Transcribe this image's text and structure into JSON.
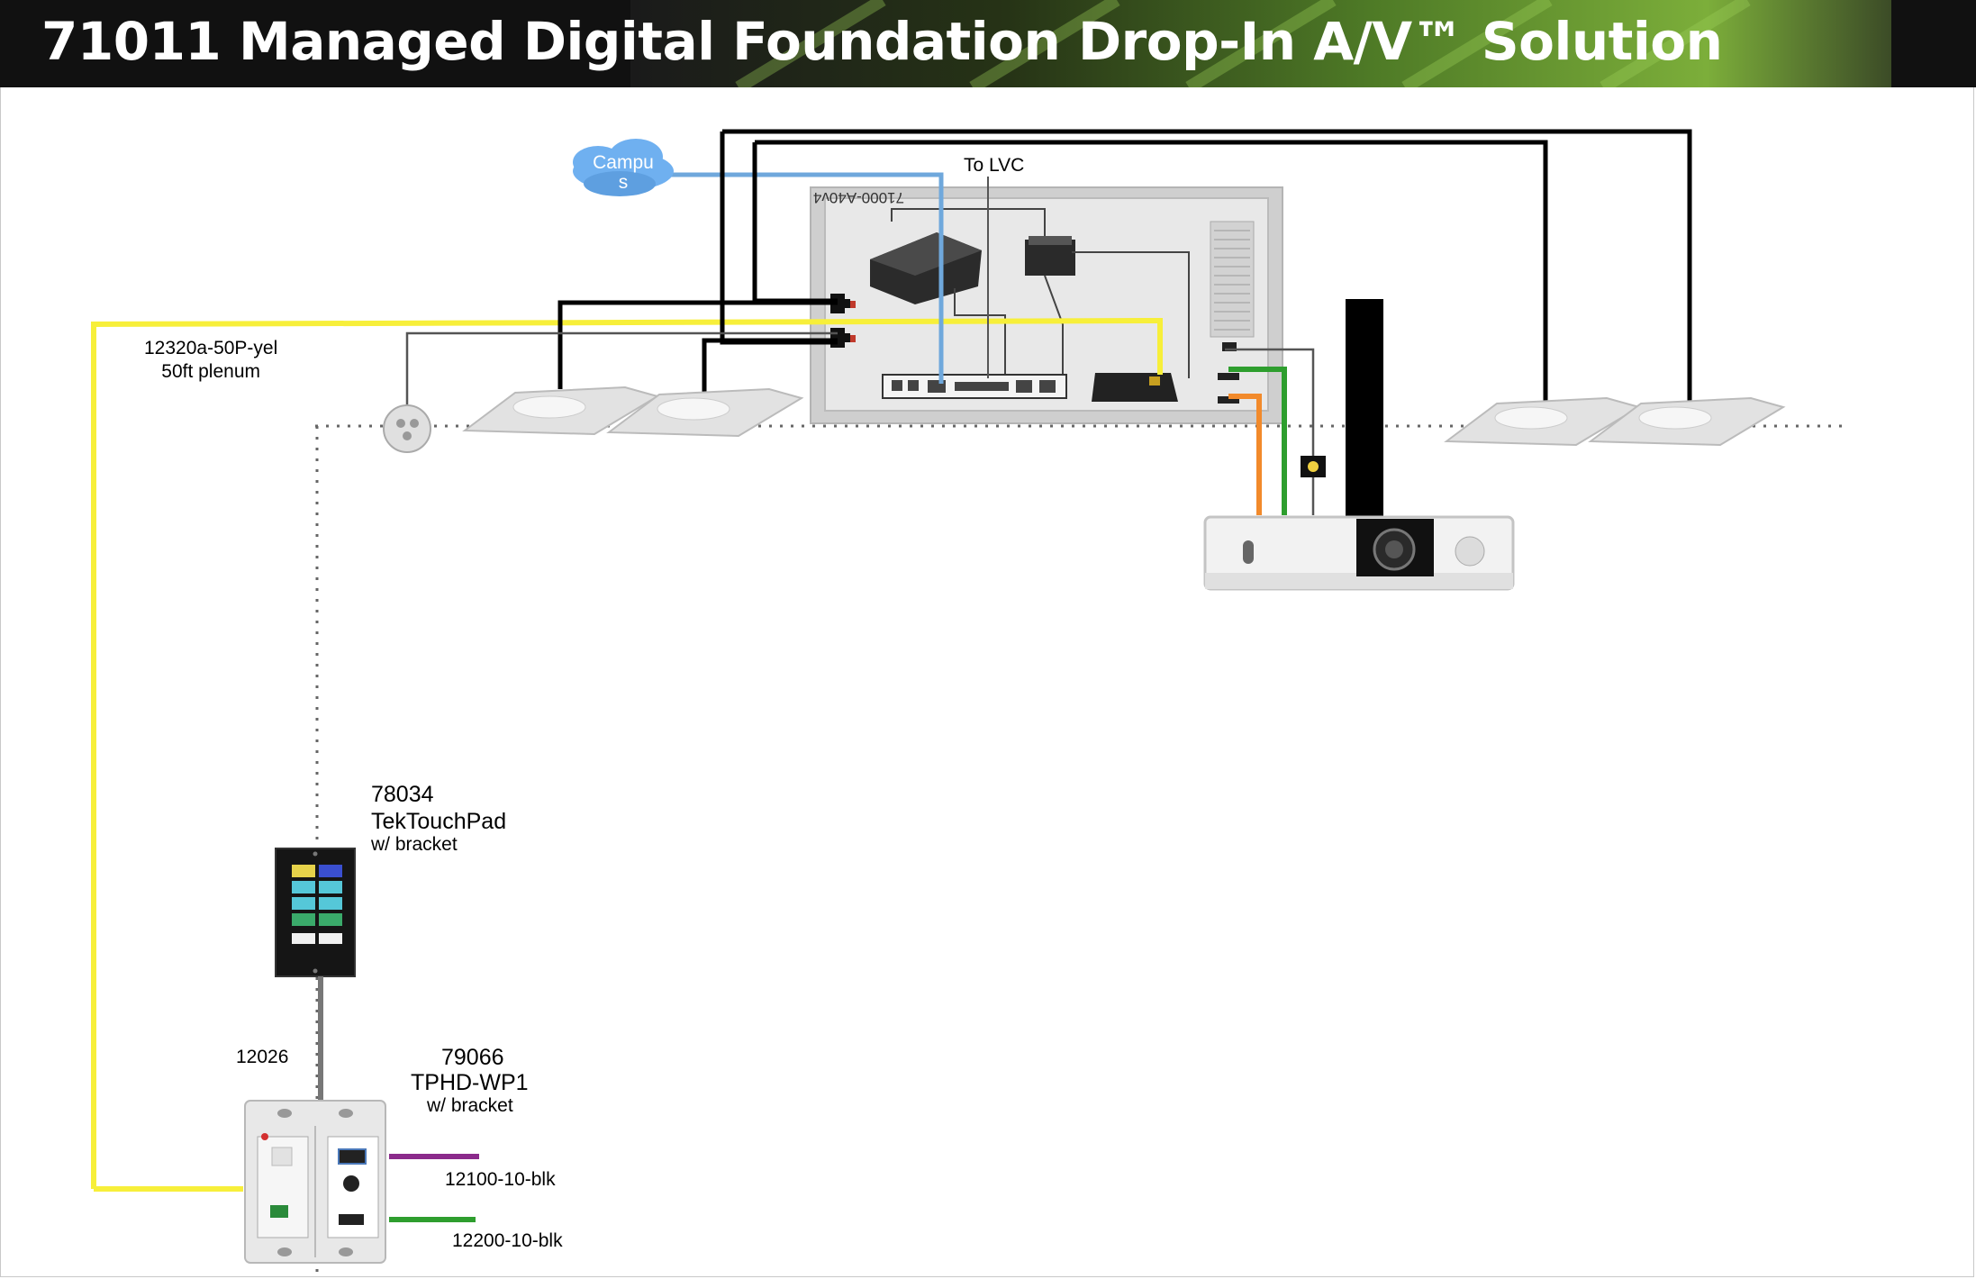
{
  "title": "71011 Managed Digital Foundation Drop-In A/V™ Solution",
  "colors": {
    "title_bg": "#111111",
    "title_accent": "#7cae3a",
    "yellow_cable": "#f7ef3a",
    "blue_cable": "#6fa8dc",
    "black_cable": "#000000",
    "green_cable": "#2e9e2e",
    "orange_cable": "#f28a2b",
    "purple_cable": "#8b2a8b",
    "cloud": "#6fb0f0"
  },
  "diagram": {
    "cloud_label": "Campu\ns",
    "to_lvc": "To LVC",
    "enclosure_label": "71000-A40v4",
    "yellow_cable_label": "12320a-50P-yel\n50ft plenum",
    "touchpad": {
      "part": "78034",
      "name": "TekTouchPad",
      "note": "w/ bracket"
    },
    "cable_12026": "12026",
    "wallplate": {
      "part": "79066",
      "name": "TPHD-WP1",
      "note": "w/ bracket"
    },
    "cable_purple": "12100-10-blk",
    "cable_green": "12200-10-blk"
  }
}
